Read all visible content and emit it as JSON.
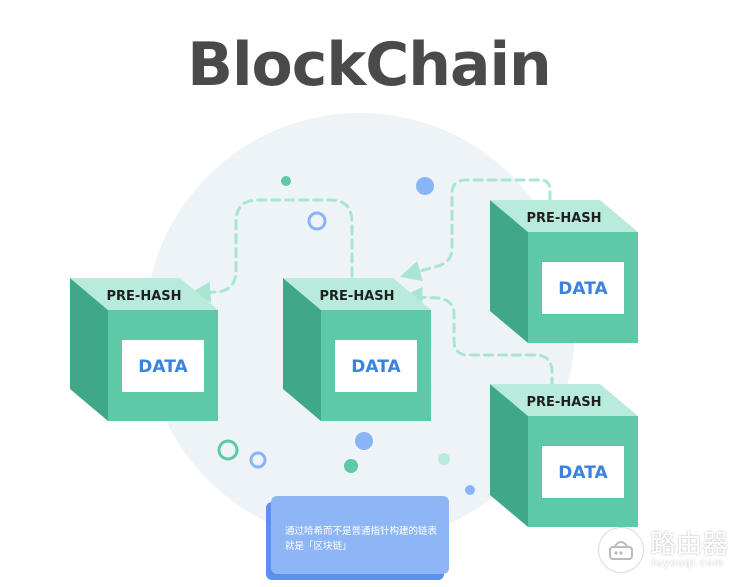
{
  "title": "BlockChain",
  "blocks": [
    {
      "id": "block-left",
      "header": "PRE-HASH",
      "body": "DATA"
    },
    {
      "id": "block-middle",
      "header": "PRE-HASH",
      "body": "DATA"
    },
    {
      "id": "block-top-right",
      "header": "PRE-HASH",
      "body": "DATA"
    },
    {
      "id": "block-bottom-right",
      "header": "PRE-HASH",
      "body": "DATA"
    }
  ],
  "caption": "通过哈希而不是普通指针构建的链表就是「区块链」",
  "watermark": {
    "name": "路由器",
    "url": "luyouqi.com"
  },
  "colors": {
    "cube_front": "#5ec9a6",
    "cube_top": "#b9ebdc",
    "cube_side": "#3ea888",
    "data_text": "#3b82e0",
    "header_text": "#1f1f1f",
    "dash_line": "#a8e6d2",
    "background_circle": "#eef3f8",
    "caption_card": "#8eb6f7",
    "title": "#4a4a4a"
  }
}
